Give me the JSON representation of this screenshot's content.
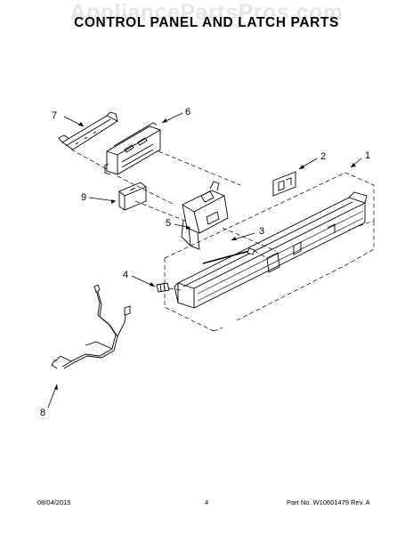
{
  "watermark": "AppliancePartsPros.com",
  "title": "CONTROL PANEL AND LATCH PARTS",
  "callouts": {
    "c1": "1",
    "c2": "2",
    "c3": "3",
    "c4": "4",
    "c5": "5",
    "c6": "6",
    "c7": "7",
    "c8": "8",
    "c9": "9"
  },
  "footer": {
    "date": "08/04/2015",
    "page": "4",
    "part_no": "Part No. W10601479  Rev. A"
  }
}
